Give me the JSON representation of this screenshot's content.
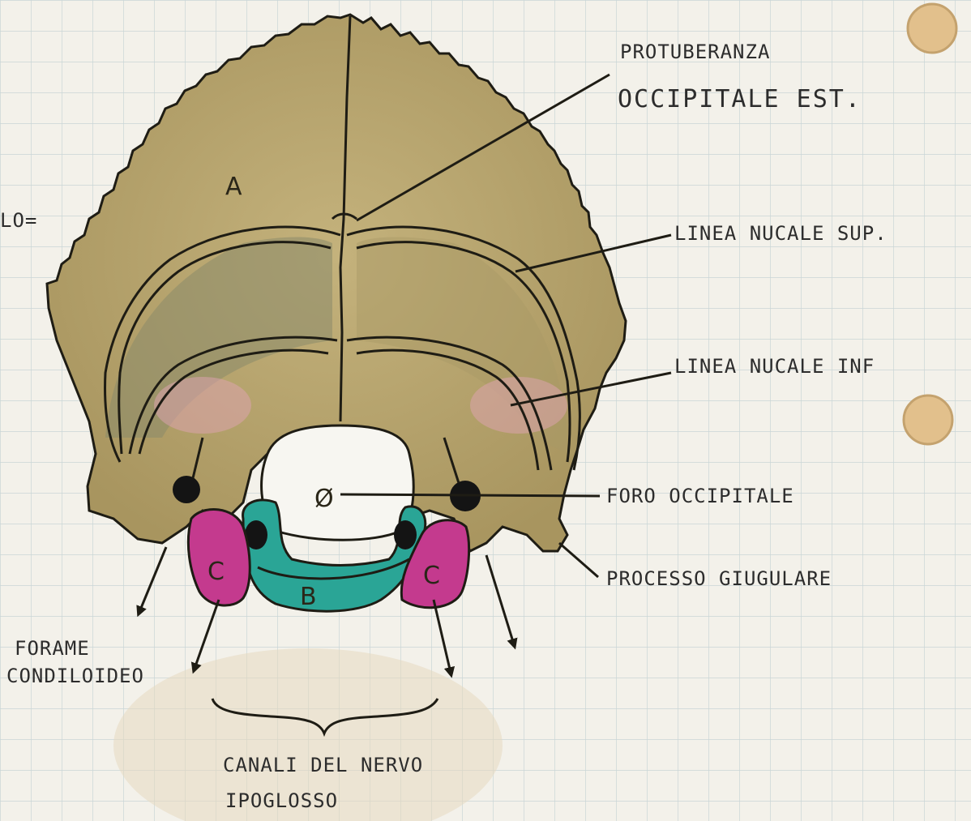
{
  "colors": {
    "paper": "#f3f1ea",
    "grid": "#c9d6d6",
    "bone": "#b6a470",
    "bone_shadow": "#8b8a6a",
    "condyle": "#c43a8e",
    "basilar": "#2aa596",
    "ink": "#1e1c14"
  },
  "icons": [
    "binder-hole-icon",
    "arrow-icon"
  ],
  "labels": {
    "corner": "LO=",
    "protuberance_l1": "PROTUBERANZA",
    "protuberance_l2": "OCCIPITALE EST.",
    "sup_line": "LINEA NUCALE SUP.",
    "inf_line": "LINEA NUCALE INF",
    "foramen": "FORO OCCIPITALE",
    "jugular": "PROCESSO GIUGULARE",
    "condyloid_l1": "FORAME",
    "condyloid_l2": "CONDILOIDEO",
    "hypoglossal_l1": "CANALI DEL NERVO",
    "hypoglossal_l2": "IPOGLOSSO"
  },
  "regions": {
    "squama": "A",
    "basilar": "B",
    "condyle_left": "C",
    "condyle_right": "C",
    "foramen_symbol": "Ø"
  }
}
